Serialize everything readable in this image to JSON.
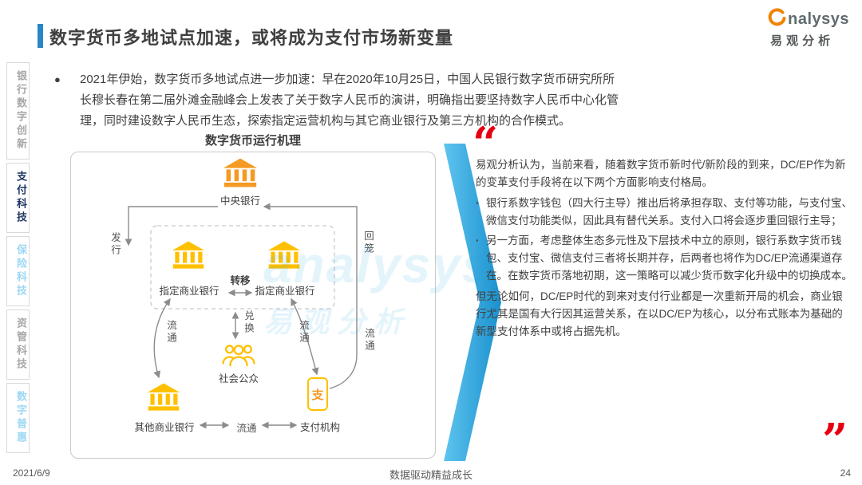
{
  "theme": {
    "accent": "#2787c8",
    "navy": "#1f3864",
    "light_blue": "#9dd7f3",
    "gray_text": "#a8a8a8",
    "text": "#3f3f3f",
    "line": "#8c8c8c",
    "orange": "#f59a23",
    "yellow": "#ffc000",
    "red": "#e60012",
    "border": "#d9d9d9",
    "arrow_gradient": [
      "#5ec4ef",
      "#1a90ce"
    ]
  },
  "header": {
    "title": "数字货币多地试点加速，或将成为支付市场新变量",
    "logo_text": "nalysys",
    "logo_cn": "易观分析"
  },
  "sidebar": {
    "items": [
      {
        "label": "银行数字创新",
        "color": "#a8a8a8"
      },
      {
        "label": "支付科技",
        "color": "#1f3864"
      },
      {
        "label": "保险科技",
        "color": "#9dd7f3"
      },
      {
        "label": "资管科技",
        "color": "#a8a8a8"
      },
      {
        "label": "数字普惠",
        "color": "#9dd7f3"
      }
    ]
  },
  "intro": {
    "marker": "●",
    "text": "2021年伊始，数字货币多地试点进一步加速：早在2020年10月25日，中国人民银行数字货币研究所所长穆长春在第二届外滩金融峰会上发表了关于数字人民币的演讲，明确指出要坚持数字人民币中心化管理，同时建设数字人民币生态，探索指定运营机构与其它商业银行及第三方机构的合作模式。"
  },
  "diagram": {
    "title": "数字货币运行机理",
    "nodes": {
      "central_bank": "中央银行",
      "designated_left": "指定商业银行",
      "designated_right": "指定商业银行",
      "public": "社会公众",
      "other_bank": "其他商业银行",
      "payment": "支付机构",
      "payment_icon_char": "支"
    },
    "labels": {
      "issue": "发行",
      "recall": "回笼",
      "transfer": "转移",
      "exchange": "兑换",
      "circ_left": "流通",
      "circ_right": "流通",
      "circ_far_right": "流通",
      "circ_bottom": "流通"
    }
  },
  "analysis": {
    "open_quote": "“",
    "close_quote": "”",
    "lead": "易观分析认为，当前来看，随着数字货币新时代/新阶段的到来，DC/EP作为新的变革支付手段将在以下两个方面影响支付格局。",
    "bullets": [
      {
        "marker": "·",
        "text": "银行系数字钱包（四大行主导）推出后将承担存取、支付等功能，与支付宝、微信支付功能类似，因此具有替代关系。支付入口将会逐步重回银行主导；"
      },
      {
        "marker": "·",
        "text": "另一方面，考虑整体生态多元性及下层技术中立的原则，银行系数字货币钱包、支付宝、微信支付三者将长期并存，后两者也将作为DC/EP流通渠道存在。在数字货币落地初期，这一策略可以减少货币数字化升级中的切换成本。"
      }
    ],
    "tail": "但无论如何，DC/EP时代的到来对支付行业都是一次重新开局的机会，商业银行尤其是国有大行因其运营关系，在以DC/EP为核心，以分布式账本为基础的新型支付体系中或将占据先机。"
  },
  "watermark": {
    "line1": "analysys",
    "line2": "易观分析"
  },
  "footer": {
    "date": "2021/6/9",
    "slogan": "数据驱动精益成长",
    "page": "24"
  }
}
